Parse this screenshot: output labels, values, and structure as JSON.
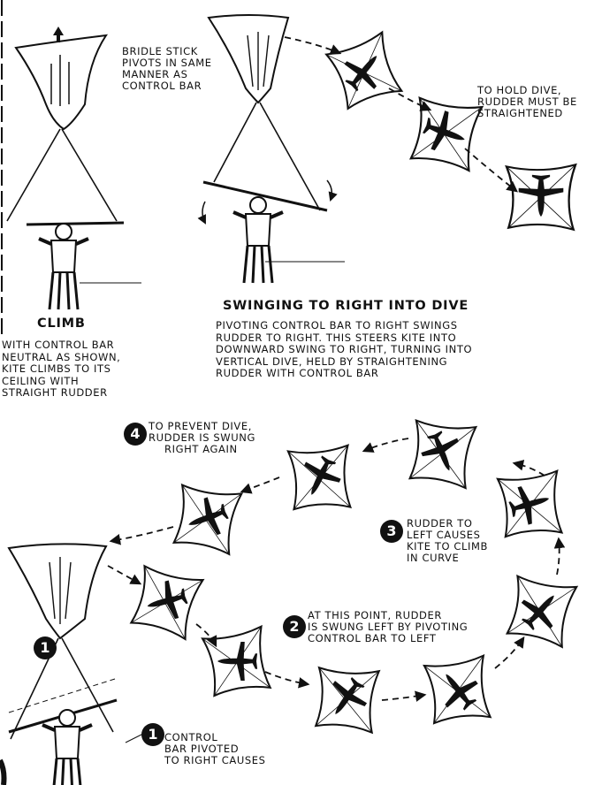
{
  "labels": {
    "bridle": [
      "BRIDLE STICK",
      "PIVOTS IN SAME",
      "MANNER AS",
      "CONTROL BAR"
    ],
    "hold_dive": [
      "TO HOLD DIVE,",
      "RUDDER MUST BE",
      "STRAIGHTENED"
    ],
    "climb_title": "CLIMB",
    "climb_body": [
      "WITH CONTROL BAR",
      "NEUTRAL AS SHOWN,",
      "KITE CLIMBS TO ITS",
      "CEILING WITH",
      "STRAIGHT RUDDER"
    ],
    "swing_title": "SWINGING TO RIGHT INTO DIVE",
    "swing_body": [
      "PIVOTING CONTROL BAR TO RIGHT SWINGS",
      "RUDDER TO RIGHT. THIS STEERS KITE INTO",
      "DOWNWARD SWING TO RIGHT, TURNING INTO",
      "VERTICAL DIVE, HELD BY STRAIGHTENING",
      "RUDDER WITH CONTROL BAR"
    ],
    "step4": [
      "TO PREVENT DIVE,",
      "RUDDER IS SWUNG",
      "RIGHT AGAIN"
    ],
    "step3": [
      "RUDDER TO",
      "LEFT CAUSES",
      "KITE TO CLIMB",
      "IN CURVE"
    ],
    "step2": [
      "AT THIS POINT, RUDDER",
      "IS SWUNG LEFT BY PIVOTING",
      "CONTROL BAR TO LEFT"
    ],
    "step1": [
      "CONTROL",
      "BAR PIVOTED",
      "TO RIGHT CAUSES"
    ]
  },
  "step_numbers": [
    "1",
    "2",
    "3",
    "4",
    "1"
  ],
  "colors": {
    "ink": "#111111",
    "paper": "#ffffff"
  }
}
